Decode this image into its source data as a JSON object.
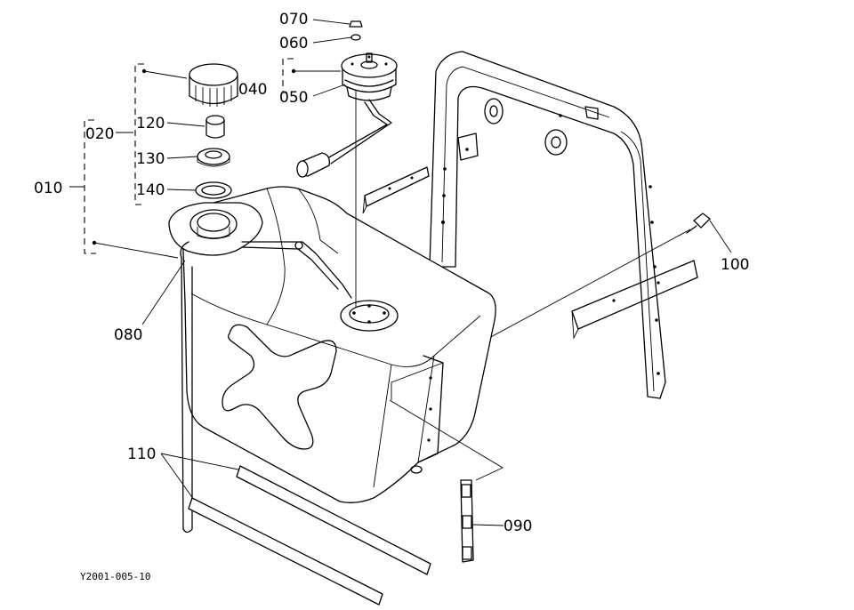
{
  "diagram": {
    "figure_id": "Y2001-005-10",
    "callouts": {
      "c010": "010",
      "c020": "020",
      "c040": "040",
      "c050": "050",
      "c060": "060",
      "c070": "070",
      "c080": "080",
      "c090": "090",
      "c100": "100",
      "c110": "110",
      "c120": "120",
      "c130": "130",
      "c140": "140"
    }
  }
}
